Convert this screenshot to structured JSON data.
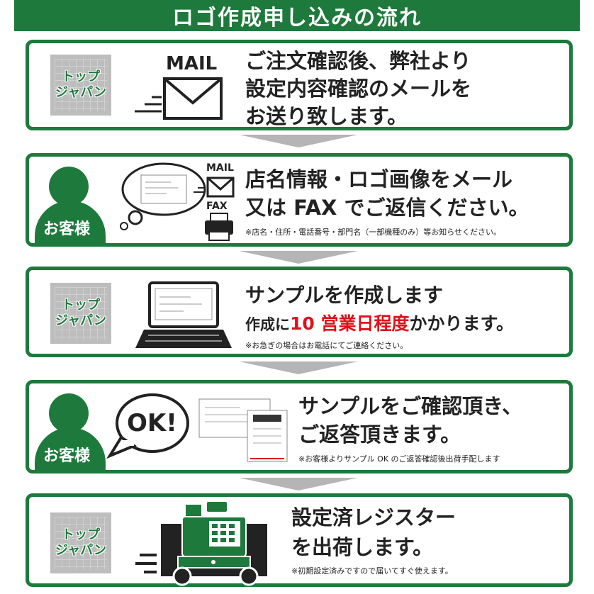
{
  "header": {
    "title": "ロゴ作成申し込みの流れ"
  },
  "brand": {
    "line1": "トップ",
    "line2": "ジャパン"
  },
  "customer_label": "お客様",
  "step1": {
    "icon_label": "MAIL",
    "lines": [
      "ご注文確認後、弊社より",
      "設定内容確認のメールを",
      "お送り致します。"
    ]
  },
  "step2": {
    "mail_label": "MAIL",
    "fax_label": "FAX",
    "lines": [
      "店名情報・ロゴ画像をメール",
      "又は FAX でご返信ください。"
    ],
    "note": "※店名・住所・電話番号・部門名（一部機種のみ）等お知らせください。"
  },
  "step3": {
    "line1": "サンプルを作成します",
    "line2_pre": "作成に",
    "line2_red": "10 営業日程度",
    "line2_post": "かかります。",
    "note": "※お急ぎの場合はお電話にてご連絡ください。"
  },
  "step4": {
    "bubble": "OK!",
    "lines": [
      "サンプルをご確認頂き、",
      "ご返答頂きます。"
    ],
    "note": "※お客様よりサンプル OK のご返答確認後出荷手配します"
  },
  "step5": {
    "lines": [
      "設定済レジスター",
      "を出荷します。"
    ],
    "note": "※初期設定済みですので届いてすぐ使えます。"
  },
  "colors": {
    "green": "#1e7a3c",
    "red": "#e0101a",
    "gray": "#b5b5b5"
  }
}
